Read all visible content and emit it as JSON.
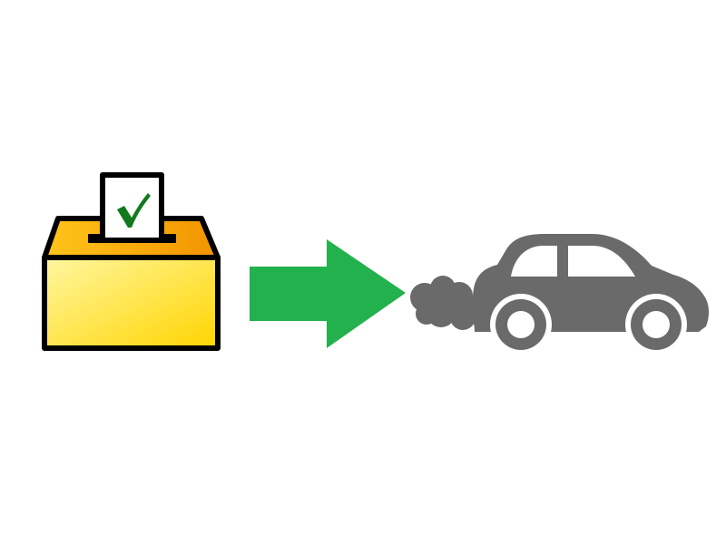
{
  "scene": {
    "items": [
      {
        "role": "ballot-box",
        "icon": "ballot-box-icon",
        "accent": "#ffd400"
      },
      {
        "role": "arrow",
        "icon": "arrow-right-icon",
        "accent": "#23b14d"
      },
      {
        "role": "car",
        "icon": "car-exhaust-icon",
        "accent": "#6a6a6a"
      }
    ],
    "colors": {
      "background": "#ffffff",
      "outline": "#000000",
      "box_top": "#f2a900",
      "box_front_light": "#fff7a0",
      "box_front_dark": "#ffd400",
      "ballot_paper": "#ffffff",
      "checkmark": "#127a1c",
      "arrow": "#23b14d",
      "car": "#6a6a6a",
      "car_windows": "#ffffff",
      "smoke": "#6a6a6a"
    }
  }
}
